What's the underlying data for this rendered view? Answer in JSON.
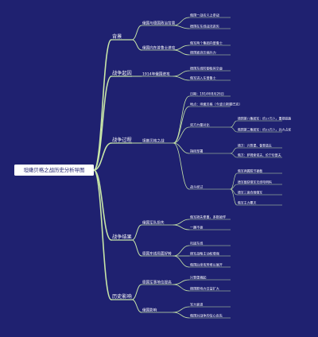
{
  "colors": {
    "background": "#1f2170",
    "branch": "#c8e6a8",
    "root_fill": "#ffffff",
    "root_text": "#1f2170",
    "text": "#ffffff"
  },
  "root": "坦嫩贝格之战历史分析导图",
  "branches": [
    {
      "label": "背景",
      "children": [
        {
          "label": "俄国与德国政治背景",
          "children": [
            {
              "label": "俄国一战名义上参战"
            },
            {
              "label": "德国在东线战况恶劣"
            }
          ]
        },
        {
          "label": "俄国向东普鲁士进攻",
          "children": [
            {
              "label": "俄军两个集团向普鲁士"
            },
            {
              "label": "德国被迫压缩兵力"
            }
          ]
        }
      ]
    },
    {
      "label": "战争起因",
      "children": [
        {
          "label": "1914年俄国进攻",
          "children": [
            {
              "label": "德国东线防御极其空虚"
            },
            {
              "label": "俄军进入东普鲁士"
            }
          ]
        }
      ]
    },
    {
      "label": "战争过程",
      "children": [
        {
          "label": "坦嫩贝格之战",
          "children": [
            {
              "label": "日期：1914年8月26日"
            },
            {
              "label": "地点：坦嫩贝格（今波兰斯滕巴克）"
            },
            {
              "label": "双方力量对比",
              "children": [
                {
                  "label": "德国第八集团军：约17万人，重视铁路"
                },
                {
                  "label": "俄国第二集团军：约23万人，兵力占优"
                }
              ]
            },
            {
              "label": "指挥部署",
              "children": [
                {
                  "label": "德方：兴登堡、鲁登道夫"
                },
                {
                  "label": "俄方：萨姆索诺夫、伦宁坎普夫"
                }
              ]
            },
            {
              "label": "战斗经过",
              "children": [
                {
                  "label": "俄军两翼脱节被截"
                },
                {
                  "label": "德军截获俄军无线电明码"
                },
                {
                  "label": "德军三面合围俄军"
                },
                {
                  "label": "俄军主力覆灭"
                }
              ]
            }
          ]
        }
      ]
    },
    {
      "label": "战争结果",
      "children": [
        {
          "label": "俄国军队损失",
          "children": [
            {
              "label": "俄军损失惨重，多数被俘"
            },
            {
              "label": "一蹶不振"
            }
          ]
        },
        {
          "label": "德国东线局面好转",
          "children": [
            {
              "label": "巩固东线"
            },
            {
              "label": "德军战略主动权增强"
            },
            {
              "label": "俄国后续攻势难以展开"
            }
          ]
        }
      ]
    },
    {
      "label": "历史影响",
      "children": [
        {
          "label": "德国军事地位提高",
          "children": [
            {
              "label": "兴登堡崛起"
            },
            {
              "label": "德国影响力日益扩大"
            }
          ]
        },
        {
          "label": "俄国影响",
          "children": [
            {
              "label": "军力衰退"
            },
            {
              "label": "俄国对战争的信心丧失"
            }
          ]
        }
      ]
    }
  ]
}
